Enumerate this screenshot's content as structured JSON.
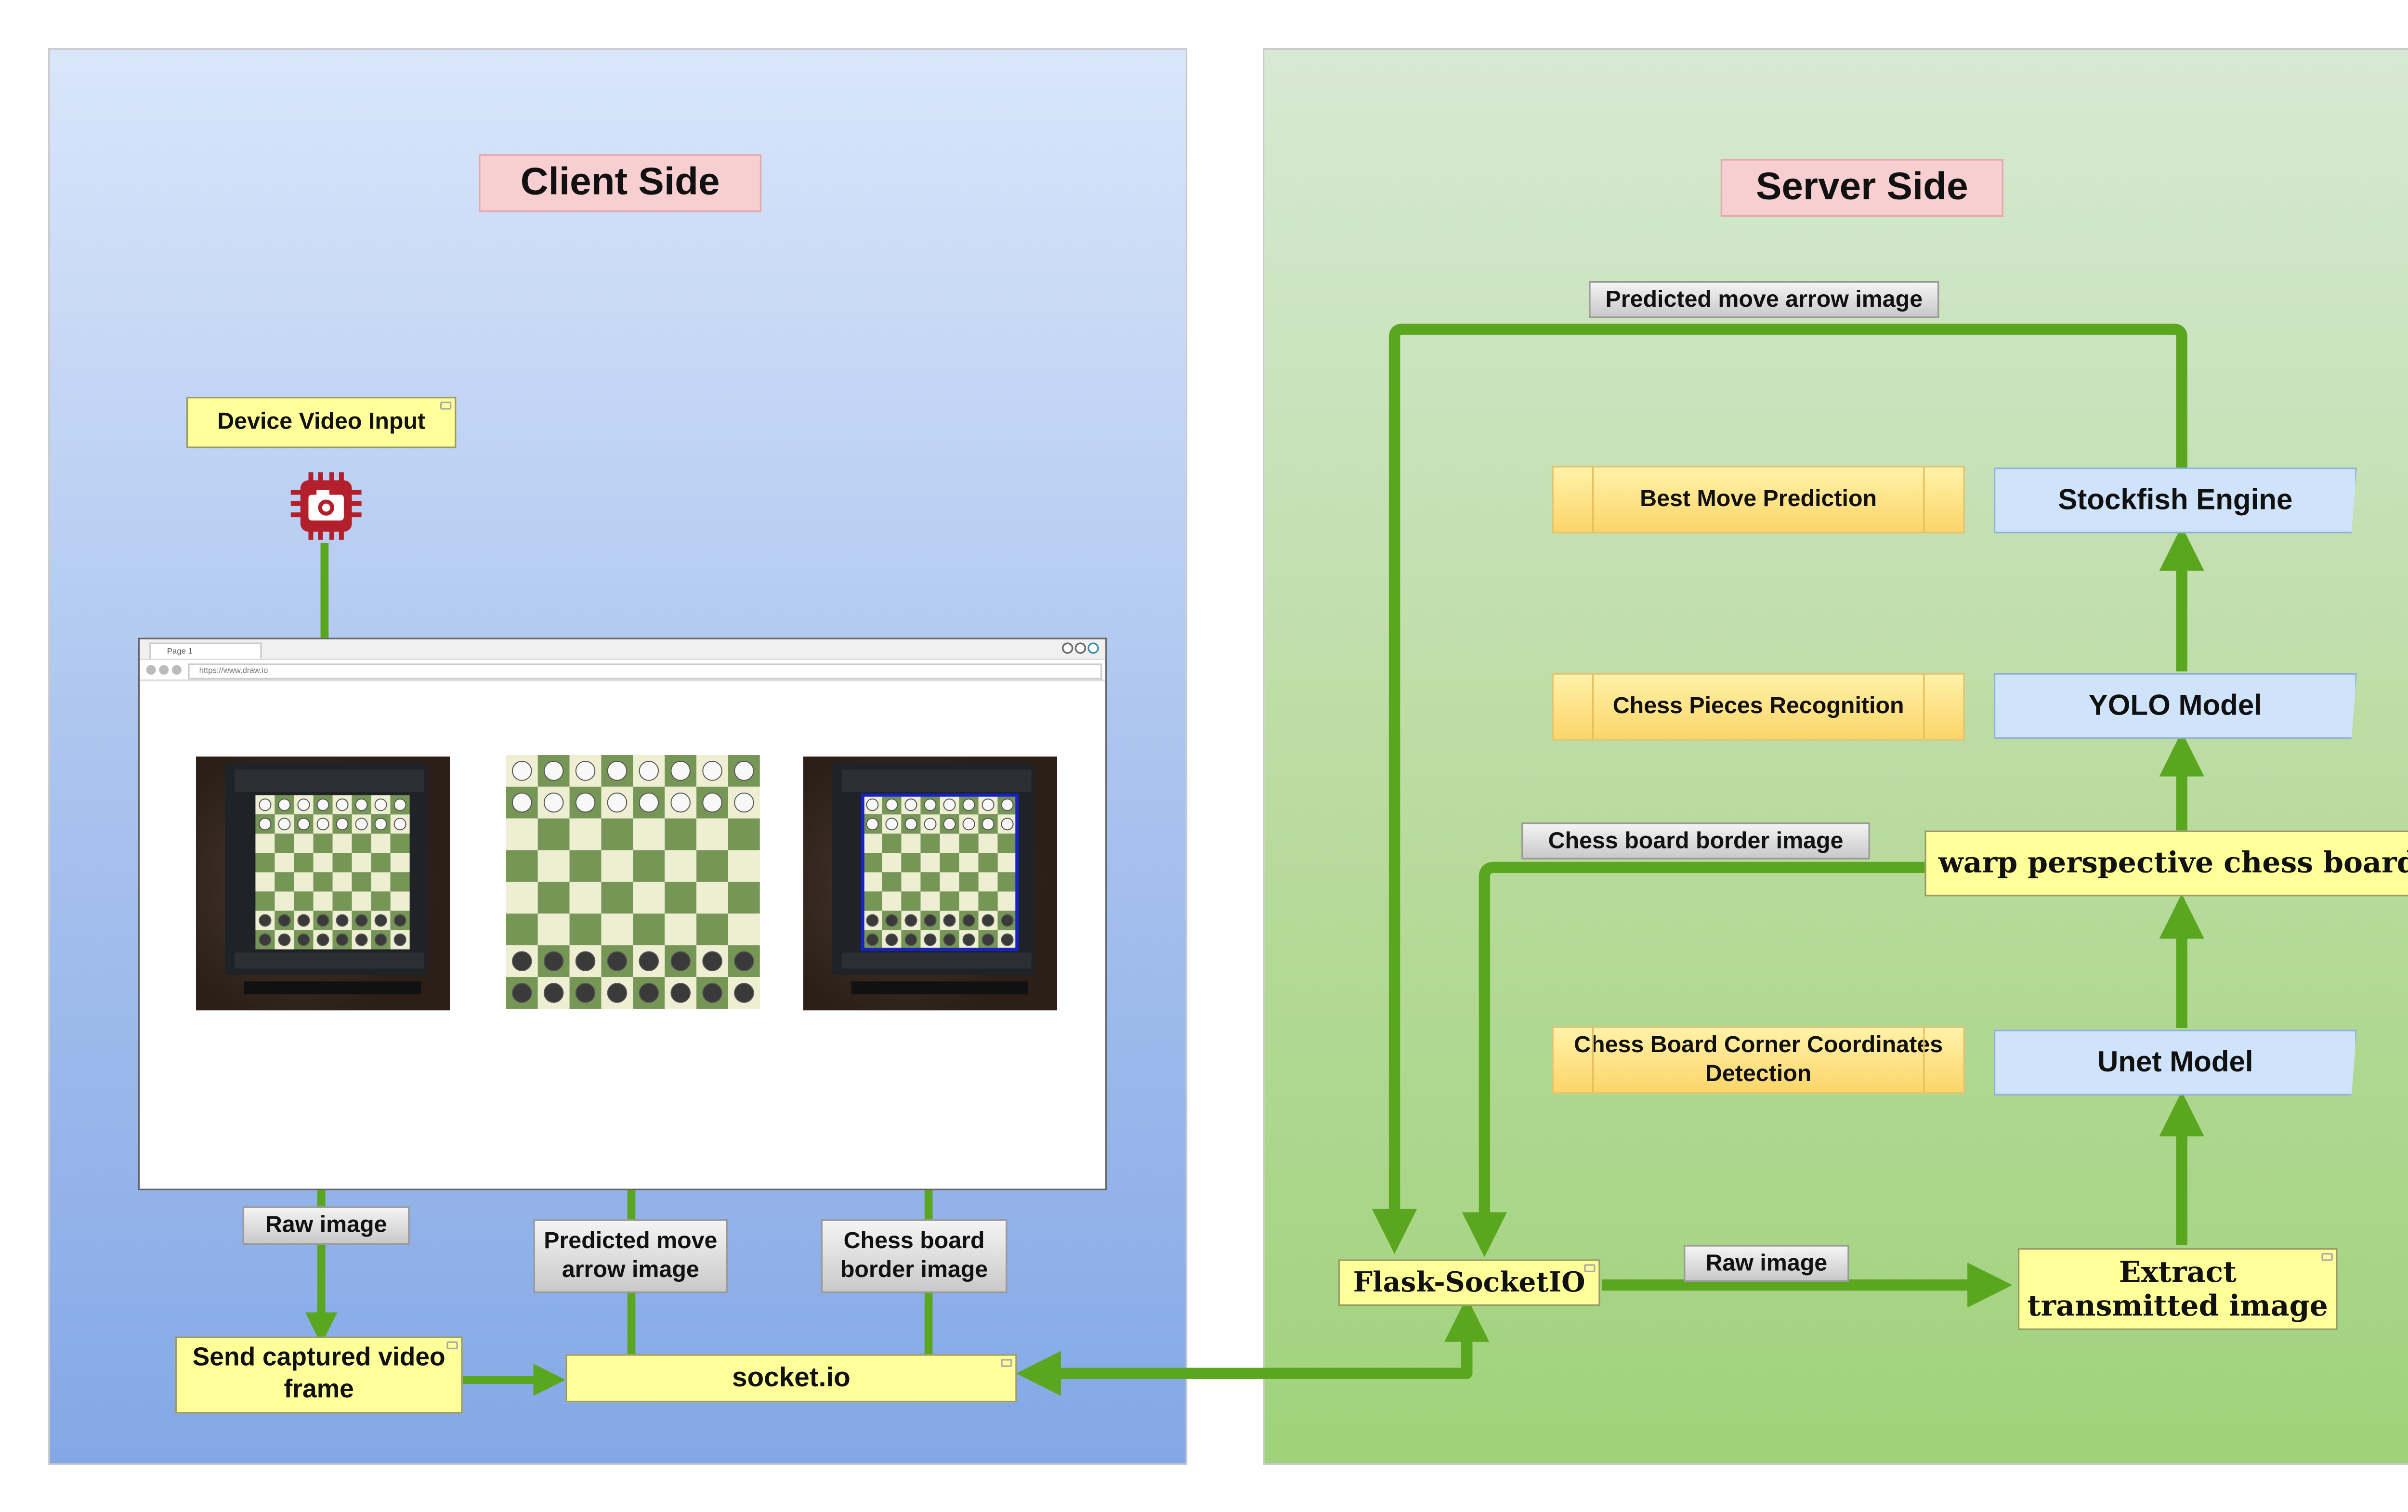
{
  "client": {
    "title": "Client Side",
    "device_video_input": "Device Video Input",
    "send_captured_frame": "Send captured video frame",
    "socket_io": "socket.io",
    "raw_image": "Raw image",
    "predicted_move_arrow_image": "Predicted move arrow image",
    "chess_board_border_image": "Chess board border image",
    "browser": {
      "tab_label": "Page 1",
      "url": "https://www.draw.io"
    }
  },
  "server": {
    "title": "Server Side",
    "predicted_move_arrow_image": "Predicted move arrow image",
    "stockfish_engine": "Stockfish Engine",
    "best_move_prediction": "Best Move Prediction",
    "yolo_model": "YOLO Model",
    "chess_pieces_recognition": "Chess Pieces Recognition",
    "chess_board_border_image": "Chess board border image",
    "warp_perspective": "warp perspective chess board",
    "unet_model": "Unet Model",
    "corner_detection": "Chess Board Corner Coordinates Detection",
    "flask_socketio": "Flask-SocketIO",
    "raw_image": "Raw image",
    "extract_image": "Extract transmitted image"
  },
  "colors": {
    "arrow_green": "#5aa61e",
    "note_yellow": "#ffff99",
    "title_pink": "#f7cfd1",
    "box_blue": "#cfe3fb",
    "camera_red": "#b3202b"
  }
}
